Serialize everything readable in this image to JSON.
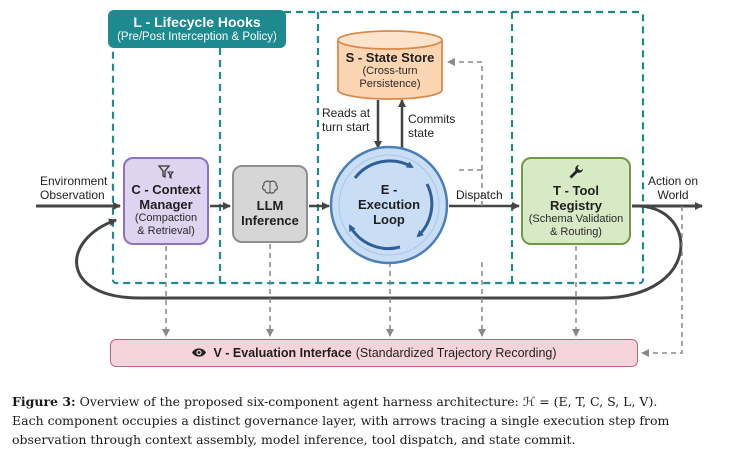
{
  "lifecycle": {
    "title": "L - Lifecycle Hooks",
    "subtitle": "(Pre/Post Interception & Policy)"
  },
  "context_manager": {
    "title_line1": "C - Context",
    "title_line2": "Manager",
    "sub_line1": "(Compaction",
    "sub_line2": "& Retrieval)",
    "icon": "filter-icon"
  },
  "llm": {
    "title_line1": "LLM",
    "title_line2": "Inference",
    "icon": "brain-icon"
  },
  "execution_loop": {
    "title_line1": "E -",
    "title_line2": "Execution",
    "title_line3": "Loop"
  },
  "state_store": {
    "title": "S - State Store",
    "sub_line1": "(Cross-turn",
    "sub_line2": "Persistence)"
  },
  "tool_registry": {
    "title_line1": "T - Tool",
    "title_line2": "Registry",
    "sub_line1": "(Schema Validation",
    "sub_line2": "& Routing)",
    "icon": "wrench-icon"
  },
  "evaluation": {
    "title": "V - Evaluation Interface",
    "subtitle": "(Standardized Trajectory Recording)",
    "icon": "eye-icon"
  },
  "edge_labels": {
    "env_line1": "Environment",
    "env_line2": "Observation",
    "reads_line1": "Reads at",
    "reads_line2": "turn start",
    "commits_line1": "Commits",
    "commits_line2": "state",
    "dispatch": "Dispatch",
    "action_line1": "Action on",
    "action_line2": "World"
  },
  "caption": {
    "label": "Figure 3:",
    "line1": "Overview of the proposed six-component agent harness architecture: ℋ = (E, T, C, S, L, V).",
    "line2": "Each component occupies a distinct governance layer, with arrows tracing a single execution step from",
    "line3": "observation through context assembly, model inference, tool dispatch, and state commit."
  },
  "colors": {
    "lifecycle": "#1d8a8f",
    "context": "#ded4ef",
    "llm": "#d6d6d6",
    "exec": "#c9def5",
    "store": "#fbd5b2",
    "tool": "#d8e9c6",
    "evaluation": "#f4d3da",
    "arrow": "#444444"
  }
}
